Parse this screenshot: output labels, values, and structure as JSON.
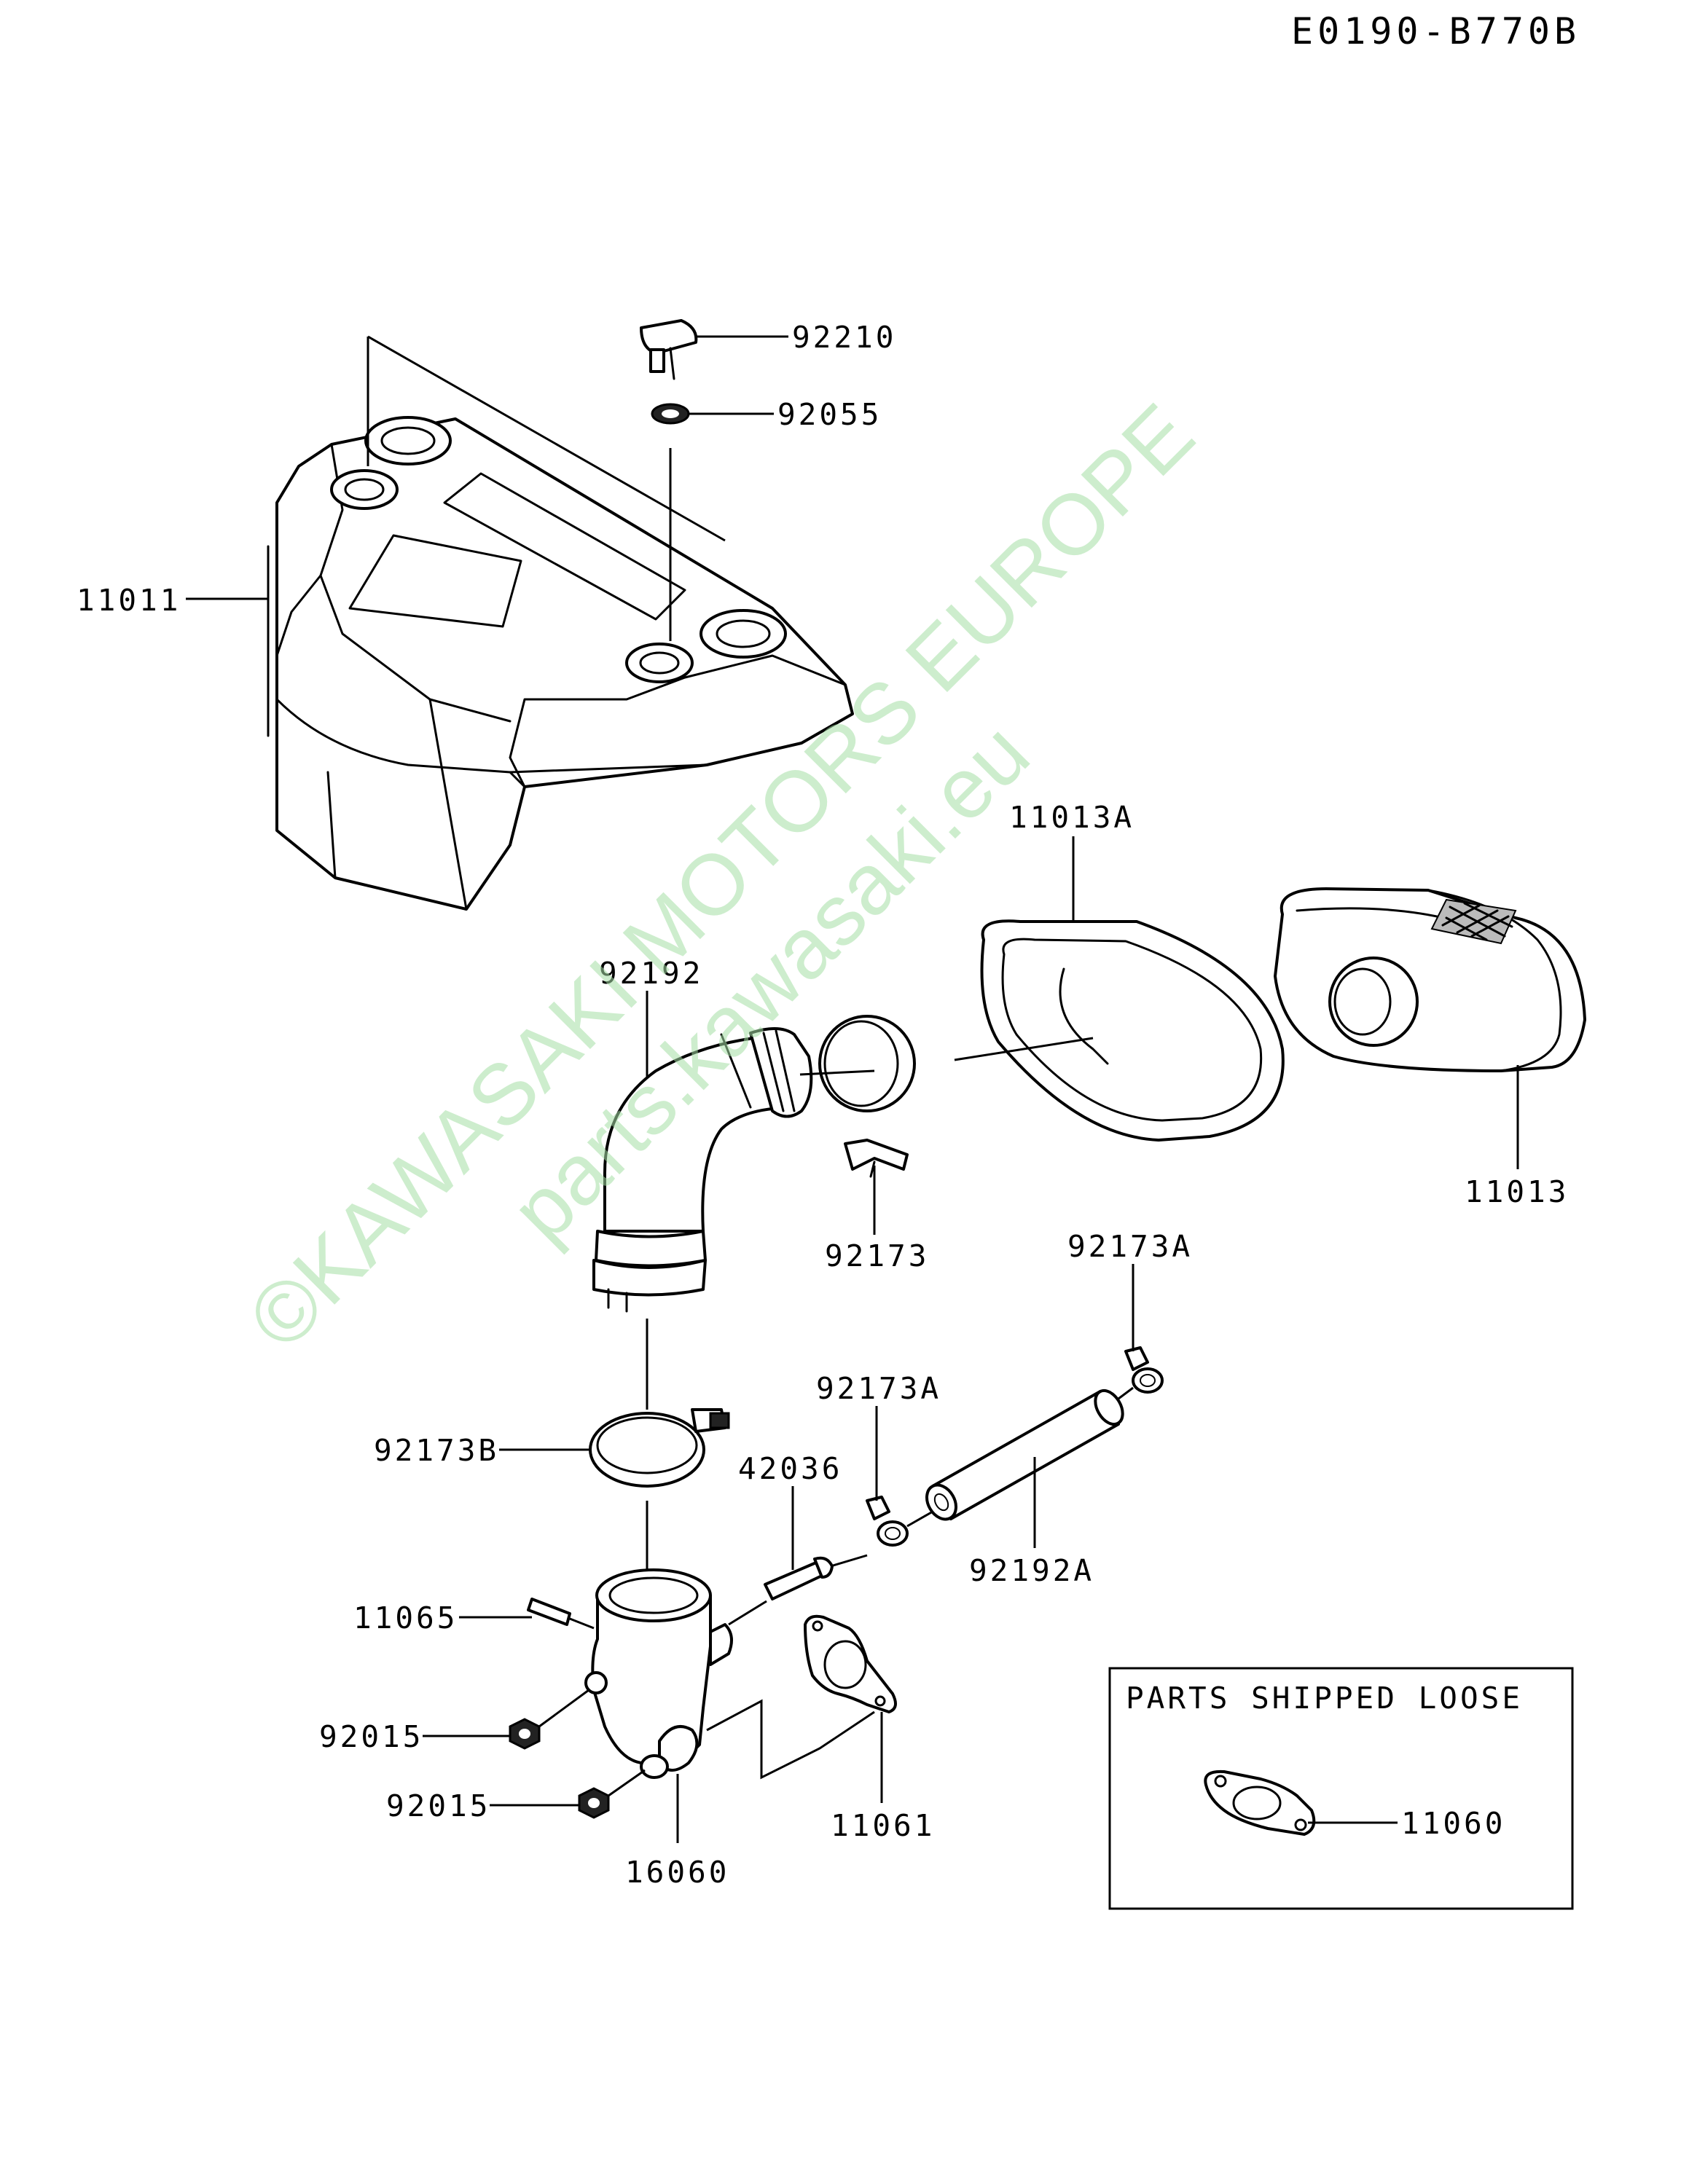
{
  "diagram_code": "E0190-B770B",
  "watermark": {
    "line1": "©KAWASAKI MOTORS EUROPE",
    "line2": "parts.kawasaki.eu"
  },
  "parts": {
    "p11011": "11011",
    "p92210": "92210",
    "p92055": "92055",
    "p11013A": "11013A",
    "p11013": "11013",
    "p92192": "92192",
    "p92173": "92173",
    "p92173A_top": "92173A",
    "p92173A_mid": "92173A",
    "p92173B": "92173B",
    "p42036": "42036",
    "p92192A": "92192A",
    "p11065": "11065",
    "p92015_upper": "92015",
    "p92015_lower": "92015",
    "p16060": "16060",
    "p11061": "11061",
    "p11060": "11060"
  },
  "loose_box": {
    "title": "PARTS SHIPPED LOOSE"
  }
}
